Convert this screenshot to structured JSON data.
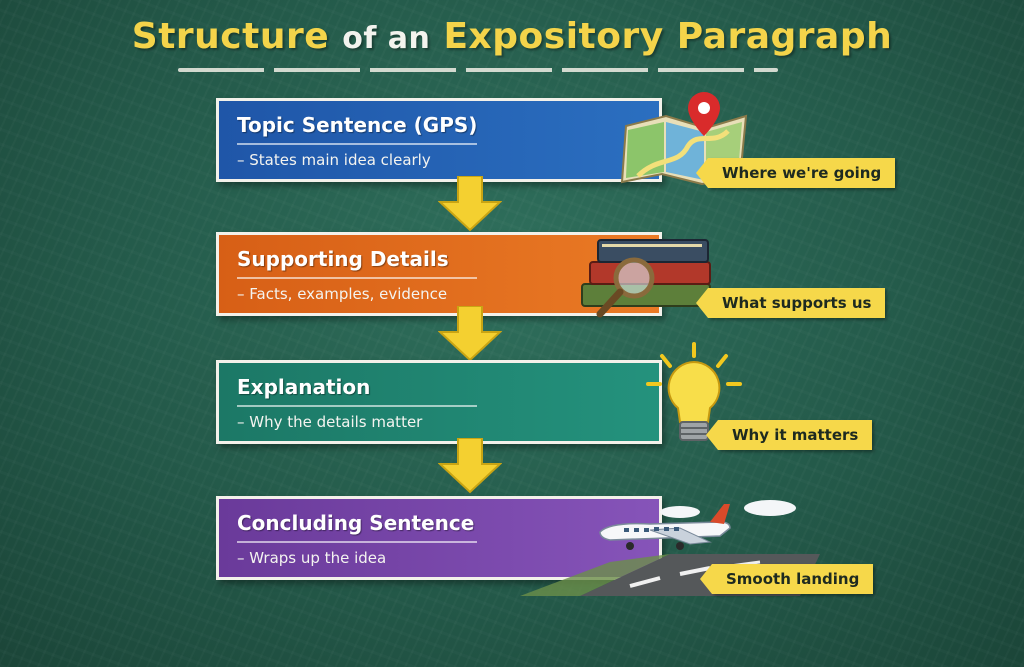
{
  "title": {
    "part1": "Structure",
    "part2": "of an",
    "part3": "Expository Paragraph"
  },
  "steps": [
    {
      "heading": "Topic Sentence (GPS)",
      "sub": "– States main idea clearly",
      "tag": "Where we're going",
      "color": "#2b6fc0",
      "icon": "map-icon"
    },
    {
      "heading": "Supporting Details",
      "sub": "– Facts, examples, evidence",
      "tag": "What supports us",
      "color": "#ea7a25",
      "icon": "books-icon"
    },
    {
      "heading": "Explanation",
      "sub": "– Why the details matter",
      "tag": "Why it matters",
      "color": "#24927d",
      "icon": "lightbulb-icon"
    },
    {
      "heading": "Concluding Sentence",
      "sub": "– Wraps up the idea",
      "tag": "Smooth landing",
      "color": "#8654b9",
      "icon": "airplane-icon"
    }
  ],
  "colors": {
    "board": "#245a4a",
    "accent": "#f4d44a"
  }
}
